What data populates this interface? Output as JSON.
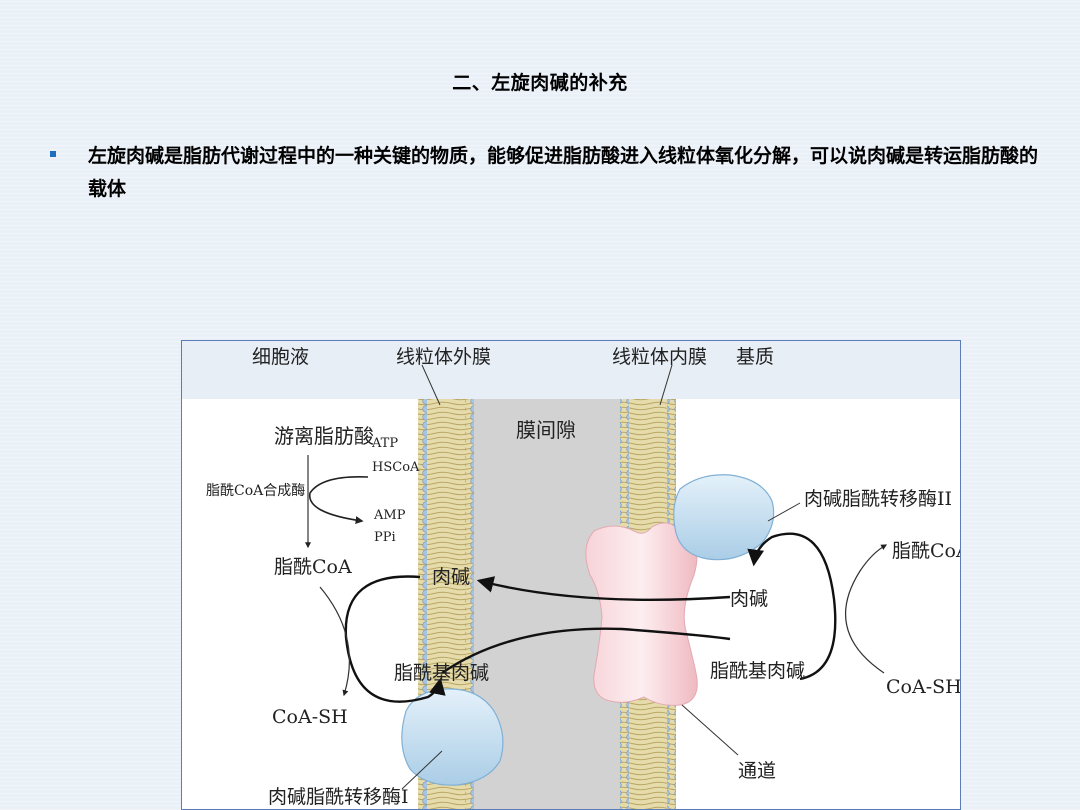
{
  "slide": {
    "title": "二、左旋肉碱的补充",
    "bullet_text": "左旋肉碱是脂肪代谢过程中的一种关键的物质，能够促进脂肪酸进入线粒体氧化分解，可以说肉碱是转运脂肪酸的载体"
  },
  "figure": {
    "labels": {
      "cytosol": "细胞液",
      "outer_membrane": "线粒体外膜",
      "inner_membrane": "线粒体内膜",
      "matrix": "基质",
      "intermembrane_space": "膜间隙",
      "free_fatty_acid": "游离脂肪酸",
      "atp": "ATP",
      "hscoa": "HSCoA",
      "acyl_coa_synthetase": "脂酰CoA合成酶",
      "amp": "AMP",
      "ppi": "PPi",
      "acyl_coa_left": "脂酰CoA",
      "carnitine_outer": "肉碱",
      "acyl_carnitine_outer": "脂酰基肉碱",
      "coa_sh_left": "CoA-SH",
      "cpt1": "肉碱脂酰转移酶I",
      "cpt2": "肉碱脂酰转移酶II",
      "acyl_coa_right": "脂酰CoA",
      "carnitine_inner": "肉碱",
      "acyl_carnitine_inner": "脂酰基肉碱",
      "coa_sh_right": "CoA-SH",
      "channel": "通道"
    },
    "colors": {
      "membrane": "#e6dbab",
      "membrane_bead": "#a7c3e3",
      "enzyme": "#cfe4f2",
      "channel": "#f3c6cd",
      "intermembrane": "#d2d2d2"
    }
  }
}
